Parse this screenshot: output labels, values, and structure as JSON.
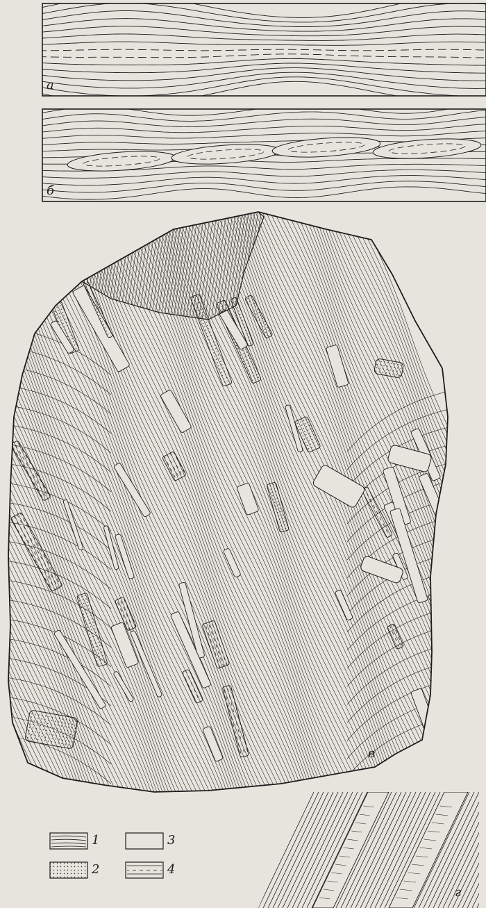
{
  "panels": {
    "a": {
      "label": "а"
    },
    "b": {
      "label": "б"
    },
    "v": {
      "label": "в"
    },
    "g": {
      "label": "г"
    }
  },
  "legend": {
    "items": [
      {
        "number": "1",
        "pattern": "lined"
      },
      {
        "number": "2",
        "pattern": "dotted"
      },
      {
        "number": "3",
        "pattern": "blank"
      },
      {
        "number": "4",
        "pattern": "dashed"
      }
    ]
  },
  "colors": {
    "paper": "#e7e4dd",
    "ink": "#1c1c1c"
  }
}
